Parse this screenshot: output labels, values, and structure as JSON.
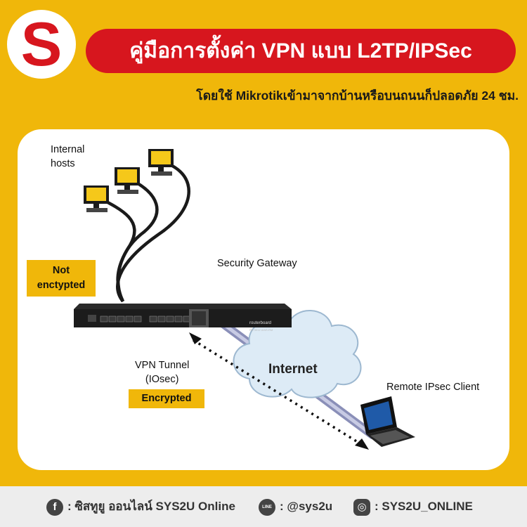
{
  "header": {
    "logo_letter": "S",
    "title": "คู่มือการตั้งค่า VPN แบบ L2TP/IPSec",
    "subtitle": "โดยใช้ Mikrotikเข้ามาจากบ้านหรือบนถนนก็ปลอดภัย 24 ชม."
  },
  "diagram": {
    "internal_hosts_line1": "Internal",
    "internal_hosts_line2": "hosts",
    "not_encrypted_line1": "Not",
    "not_encrypted_line2": "enctypted",
    "security_gateway": "Security Gateway",
    "router_brand": "routerboard",
    "router_model": "RB 3011 UIAS-RM",
    "vpn_tunnel_line1": "VPN Tunnel",
    "vpn_tunnel_line2": "(IOsec)",
    "encrypted": "Encrypted",
    "internet": "Internet",
    "remote_client": "Remote IPsec Client"
  },
  "footer": {
    "facebook_icon": "facebook-icon",
    "facebook_text": ": ซิสทูยู ออนไลน์ SYS2U Online",
    "line_icon": "line-icon",
    "line_icon_text": "LINE",
    "line_text": ": @sys2u",
    "instagram_icon": "instagram-icon",
    "instagram_text": ": SYS2U_ONLINE"
  },
  "colors": {
    "background": "#F0B70A",
    "title_pill": "#D7161E",
    "panel": "#FFFFFF",
    "footer": "#EDEDED"
  }
}
